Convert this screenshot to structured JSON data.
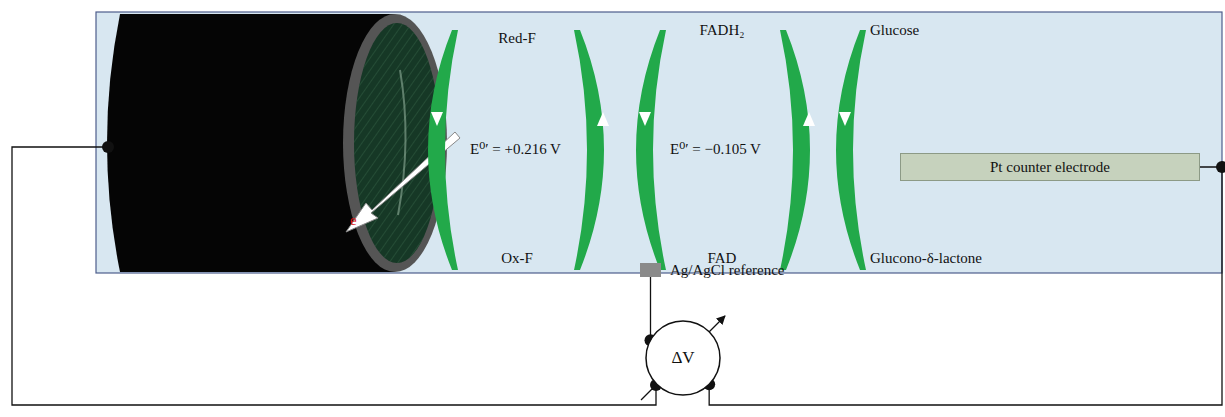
{
  "diagram": {
    "nodes": [
      {
        "text": [
          "Pt counter electrode"
        ]
      },
      {
        "text": [
          "Ag/AgCl reference"
        ]
      },
      {
        "text": [
          "ΔV"
        ]
      }
    ],
    "edges": [
      {
        "from": 1,
        "to": 2,
        "arrow": "none"
      },
      {
        "from": 0,
        "to": 2,
        "arrow": "none"
      }
    ],
    "labels": [
      "Red-F",
      "E⁰′ = +0.216 V",
      "Ox-F",
      "FADH₂",
      "E⁰′ = −0.105 V",
      "FAD",
      "Glucose",
      "Glucono-δ-lactone",
      "e"
    ]
  }
}
